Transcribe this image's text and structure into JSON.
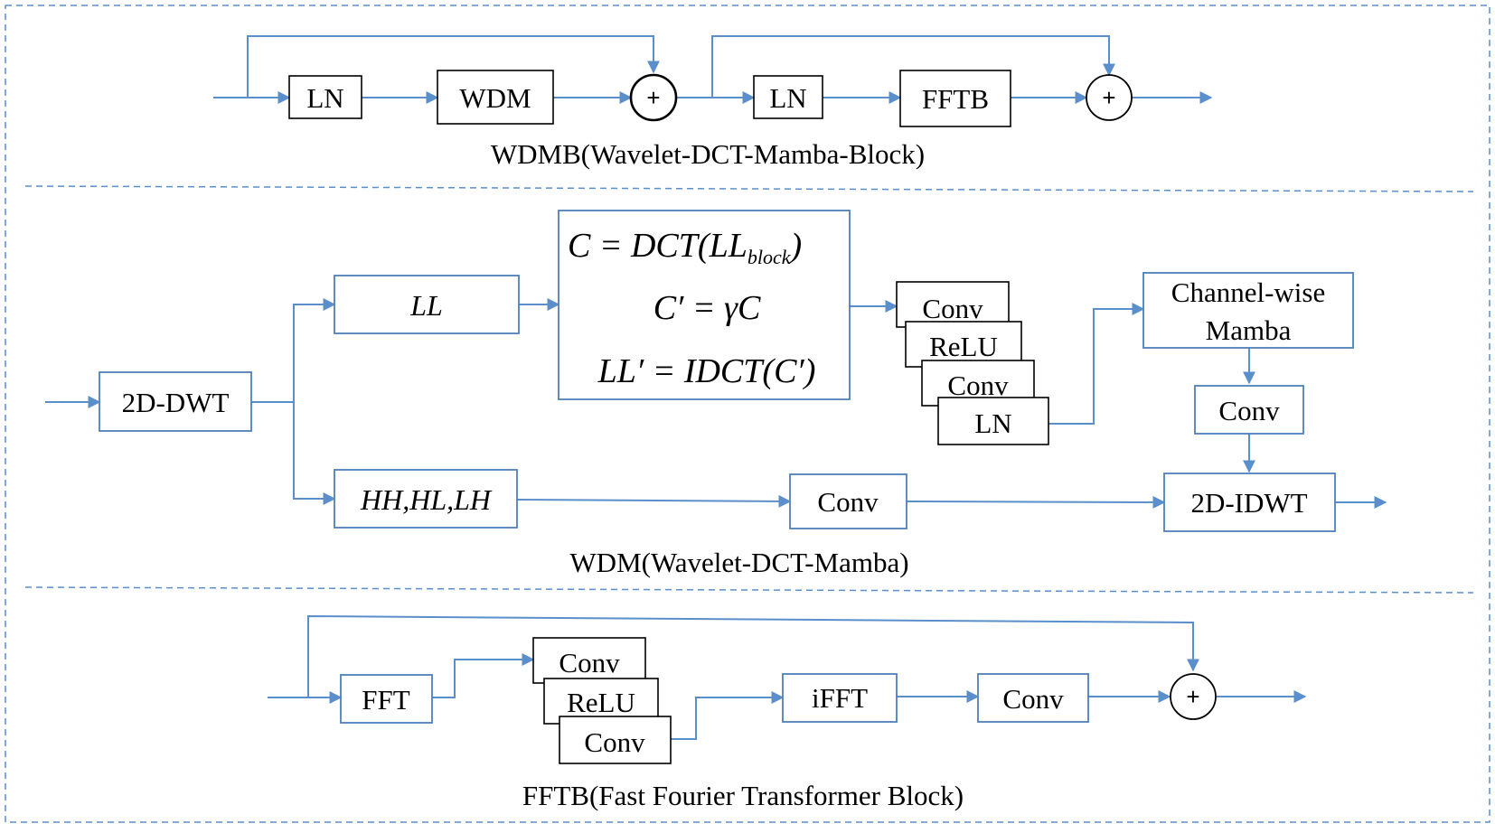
{
  "colors": {
    "arrow": "#5b8fcb",
    "box_blue": "#4e7fb8",
    "box_black": "#000000"
  },
  "wdmb": {
    "caption": "WDMB(Wavelet-DCT-Mamba-Block)",
    "ln1": "LN",
    "wdm": "WDM",
    "plus1": "+",
    "ln2": "LN",
    "fftb": "FFTB",
    "plus2": "+"
  },
  "wdm": {
    "caption": "WDM(Wavelet-DCT-Mamba)",
    "dwt": "2D-DWT",
    "ll": "LL",
    "high": "HH,HL,LH",
    "eq1": "C = DCT(LL",
    "eq1_sub": "block",
    "eq1_end": ")",
    "eq2": "C′ = γC",
    "eq3": "LL′ = IDCT(C′)",
    "stack": {
      "conv1": "Conv",
      "relu": "ReLU",
      "conv2": "Conv",
      "ln": "LN"
    },
    "mamba_line1": "Channel-wise",
    "mamba_line2": "Mamba",
    "conv_mid": "Conv",
    "conv_high": "Conv",
    "idwt": "2D-IDWT"
  },
  "fftb": {
    "caption": "FFTB(Fast Fourier Transformer Block)",
    "fft": "FFT",
    "stack": {
      "conv1": "Conv",
      "relu": "ReLU",
      "conv2": "Conv"
    },
    "ifft": "iFFT",
    "conv": "Conv",
    "plus": "+"
  }
}
